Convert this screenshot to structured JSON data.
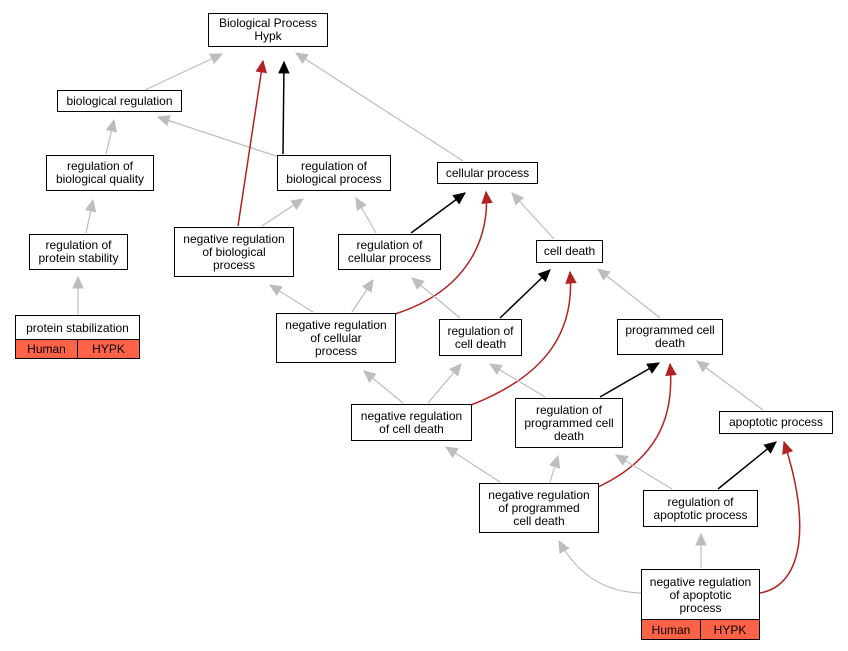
{
  "colors": {
    "gray_edge": "#bdbdbd",
    "black_edge": "#000000",
    "red_edge": "#b22222",
    "annotation_fill": "#ff6347"
  },
  "nodes": {
    "root": [
      "Biological Process",
      "Hypk"
    ],
    "biological_regulation": [
      "biological regulation"
    ],
    "regulation_of_biological_quality": [
      "regulation of",
      "biological quality"
    ],
    "regulation_of_biological_process": [
      "regulation of",
      "biological process"
    ],
    "cellular_process": [
      "cellular process"
    ],
    "regulation_of_protein_stability": [
      "regulation of",
      "protein stability"
    ],
    "negative_regulation_of_biological_process": [
      "negative regulation",
      "of biological",
      "process"
    ],
    "regulation_of_cellular_process": [
      "regulation of",
      "cellular process"
    ],
    "cell_death": [
      "cell death"
    ],
    "protein_stabilization": [
      "protein stabilization"
    ],
    "negative_regulation_of_cellular_process": [
      "negative regulation",
      "of cellular",
      "process"
    ],
    "regulation_of_cell_death": [
      "regulation of",
      "cell death"
    ],
    "programmed_cell_death": [
      "programmed cell",
      "death"
    ],
    "negative_regulation_of_cell_death": [
      "negative regulation",
      "of cell death"
    ],
    "regulation_of_programmed_cell_death": [
      "regulation of",
      "programmed cell",
      "death"
    ],
    "apoptotic_process": [
      "apoptotic process"
    ],
    "negative_regulation_of_programmed_cell_death": [
      "negative regulation",
      "of programmed",
      "cell death"
    ],
    "regulation_of_apoptotic_process": [
      "regulation of",
      "apoptotic process"
    ],
    "negative_regulation_of_apoptotic_process": [
      "negative regulation",
      "of apoptotic",
      "process"
    ]
  },
  "annotations": {
    "protein_stabilization": {
      "species": "Human",
      "gene": "HYPK"
    },
    "negative_regulation_of_apoptotic_process": {
      "species": "Human",
      "gene": "HYPK"
    }
  }
}
